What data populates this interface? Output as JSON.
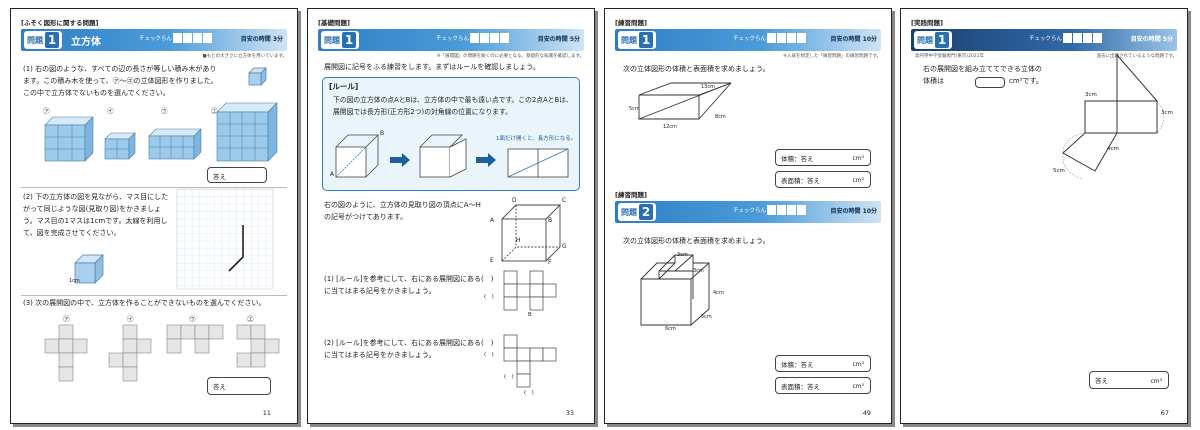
{
  "pages": [
    {
      "category": "[ふそく図形に関する問題]",
      "mondai": "問題",
      "number": "1",
      "title": "立方体",
      "check_label": "チェックらん",
      "time_label": "目安の時間",
      "time_value": "3分",
      "note": "■もとの大きさに立方体を用いています。",
      "q1": "(1) 右の図のような、すべての辺の長さが等しい積み木があります。この積み木を使って、㋐〜㋓の立体図形を作りました。この中で立方体でないものを選んでください。",
      "q1_labels": [
        "㋐",
        "㋑",
        "㋒",
        "㋓"
      ],
      "answer_label": "答え",
      "q2": "(2) 下の立方体の図を見ながら、マス目にしたがって同じような図(見取り図)をかきましょう。マス目の1マスは1cmです。太線を利用して、図を完成させてください。",
      "q2_dim": "1cm",
      "q3": "(3) 次の展開図の中で、立方体を作ることができないものを選んでください。",
      "q3_labels": [
        "㋐",
        "㋑",
        "㋒",
        "㋓"
      ],
      "page_number": "11"
    },
    {
      "category": "[基礎問題]",
      "mondai": "問題",
      "number": "1",
      "check_label": "チェックらん",
      "time_label": "目安の時間",
      "time_value": "5分",
      "note": "※「展開図」の問題を解くのに必要となる、基礎的な知識を確認します。",
      "intro": "展開図に記号をふる練習をします。まずはルールを確認しましょう。",
      "rule_title": "[ルール]",
      "rule_text": "下の図の立方体の点AとBは、立方体の中で最も遠い点です。この2点AとBは、展開図では長方形(正方形2つ)の対角線の位置になります。",
      "rule_caption": "1面だけ開くと、長方形になる。",
      "pt_a": "A",
      "pt_b": "B",
      "q_intro": "右の図のように、立方体の見取り図の頂点にA〜Hの記号がつけてあります。",
      "vertices": [
        "A",
        "B",
        "C",
        "D",
        "E",
        "F",
        "G",
        "H"
      ],
      "q1": "(1) [ルール]を参考にして、右にある展開図にある(　)に当てはまる記号をかきましょう。",
      "q2": "(2) [ルール]を参考にして、右にある展開図にある(　)に当てはまる記号をかきましょう。",
      "paren": "(　)",
      "page_number": "33"
    },
    {
      "category": "[練習問題]",
      "mondai": "問題",
      "number": "1",
      "check_label": "チェックらん",
      "time_label": "目安の時間",
      "time_value": "10分",
      "note": "※入試を想定した「練習問題」の練習問題です。",
      "q1": "次の立体図形の体積と表面積を求めましょう。",
      "q1_dims": [
        "13cm",
        "5cm",
        "12cm",
        "8cm"
      ],
      "volume_label": "体積：答え",
      "area_label": "表面積：答え",
      "unit_vol": "cm³",
      "unit_area": "cm²",
      "category2": "[練習問題]",
      "number2": "2",
      "time_value2": "10分",
      "q2": "次の立体図形の体積と表面積を求めましょう。",
      "q2_dims": [
        "3cm",
        "3cm",
        "4cm",
        "5cm",
        "6cm"
      ],
      "page_number": "49"
    },
    {
      "category": "[実践問題]",
      "mondai": "問題",
      "number": "1",
      "check_label": "チェックらん",
      "time_label": "目安の時間",
      "time_value": "5分",
      "note": "過去に出題されているような問題です。",
      "source": "高円寺中学受験専門(東京)2021年",
      "q": "右の展開図を組み立ててできる立体の体積は",
      "q_end": "cm³です。",
      "dims": [
        "3cm",
        "3cm",
        "4cm",
        "5cm"
      ],
      "answer_label": "答え",
      "unit": "cm³",
      "page_number": "67"
    }
  ]
}
